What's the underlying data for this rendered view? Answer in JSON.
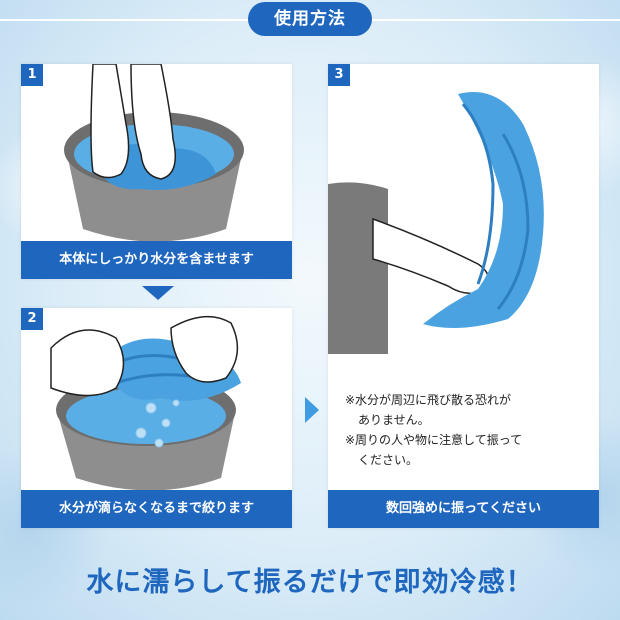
{
  "header": {
    "title": "使用方法"
  },
  "steps": [
    {
      "number": "1",
      "caption": "本体にしっかり水分を含ませます"
    },
    {
      "number": "2",
      "caption": "水分が滴らなくなるまで絞ります"
    },
    {
      "number": "3",
      "caption": "数回強めに振ってください"
    }
  ],
  "notes": {
    "line1": "※水分が周辺に飛び散る恐れが",
    "line2": "ありません。",
    "line3": "※周りの人や物に注意して振って",
    "line4": "ください。"
  },
  "tagline": "水に濡らして振るだけで即効冷感！",
  "colors": {
    "accent": "#1f66bf",
    "arrow": "#3f9ce3",
    "towel": "#4aa3e0"
  }
}
